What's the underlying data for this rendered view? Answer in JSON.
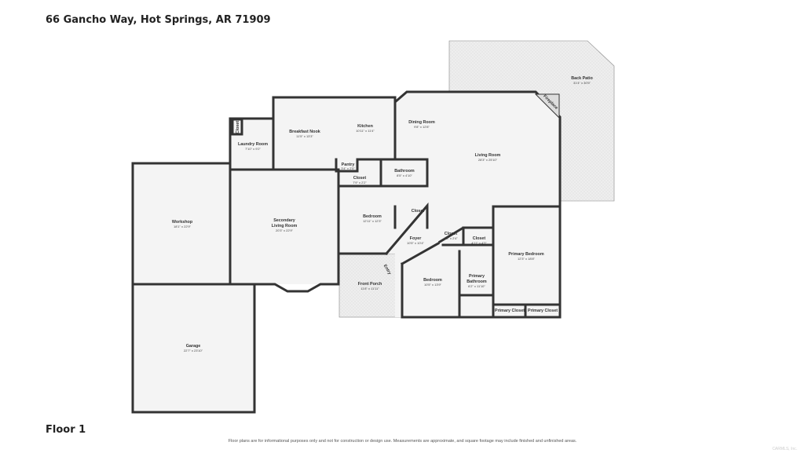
{
  "header": {
    "address": "66 Gancho Way, Hot Springs, AR 71909"
  },
  "footer": {
    "floor_label": "Floor 1",
    "disclaimer": "Floor plans are for informational purposes only and not for construction or design use. Measurements are approximate, and square footage may include finished and unfinished areas.",
    "watermark": "CARMLS, Inc."
  },
  "colors": {
    "wall": "#333333",
    "floor": "#f4f4f4",
    "outdoor": "#eeeeee",
    "window": "#cfcfcf"
  },
  "rooms": {
    "back_patio": {
      "name": "Back Patio",
      "dim": "31'4\" x 30'5\""
    },
    "fireplace": {
      "name": "Fireplace"
    },
    "dining_room": {
      "name": "Dining Room",
      "dim": "9'8\" x 12'8\""
    },
    "kitchen": {
      "name": "Kitchen",
      "dim": "10'11\" x 11'4\""
    },
    "breakfast_nook": {
      "name": "Breakfast Nook",
      "dim": "11'5\" x 13'3\""
    },
    "closet_laundry": {
      "name": "Closet"
    },
    "laundry_room": {
      "name": "Laundry Room",
      "dim": "7'10\" x 9'2\""
    },
    "living_room": {
      "name": "Living Room",
      "dim": "28'3\" x 25'10\""
    },
    "pantry": {
      "name": "Pantry",
      "dim": "3'4\" x 2'5\""
    },
    "bathroom": {
      "name": "Bathroom",
      "dim": "8'5\" x 4'10\""
    },
    "closet_hall": {
      "name": "Closet",
      "dim": "7'9\" x 2'2\""
    },
    "workshop": {
      "name": "Workshop",
      "dim": "18'1\" x 22'9\""
    },
    "secondary_living": {
      "name1": "Secondary",
      "name2": "Living Room",
      "dim": "20'3\" x 22'9\""
    },
    "bedroom_1": {
      "name": "Bedroom",
      "dim": "12'11\" x 12'3\""
    },
    "closet_bedroom": {
      "name": "Closet"
    },
    "foyer": {
      "name": "Foyer",
      "dim": "10'5\" x 10'4\""
    },
    "closet_foyer": {
      "name": "Closet",
      "dim": "6'3\" x 2'4\""
    },
    "closet_primary": {
      "name": "Closet",
      "dim": "4'11\" x 4'3\""
    },
    "primary_bedroom": {
      "name": "Primary Bedroom",
      "dim": "12'3\" x 18'8\""
    },
    "entry": {
      "name": "Entry"
    },
    "front_porch": {
      "name": "Front Porch",
      "dim": "11'8\" x 11'11\""
    },
    "bedroom_2": {
      "name": "Bedroom",
      "dim": "10'5\" x 13'9\""
    },
    "primary_bathroom": {
      "name1": "Primary",
      "name2": "Bathroom",
      "dim": "6'2\" x 11'10\""
    },
    "primary_closet_1": {
      "name": "Primary Closet"
    },
    "primary_closet_2": {
      "name": "Primary Closet"
    },
    "garage": {
      "name": "Garage",
      "dim": "22'7\" x 23'10\""
    }
  }
}
